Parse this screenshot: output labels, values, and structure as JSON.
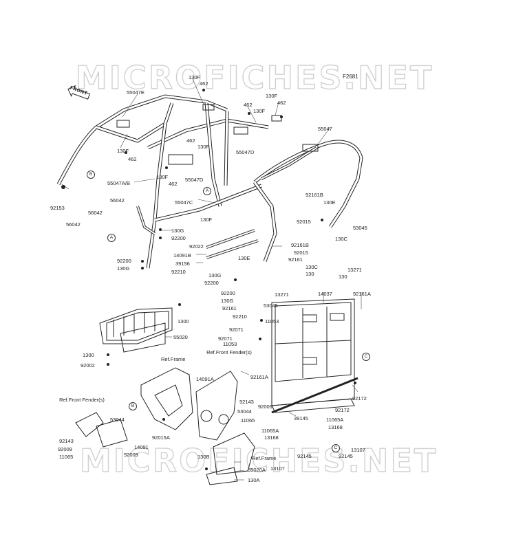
{
  "watermark": {
    "top_text": "MICROFICHES.NET",
    "bottom_text": "MICROFICHES.NET"
  },
  "figure_id": "F2681",
  "front_tag": "FRONT",
  "callouts": {
    "a": "A",
    "b": "B",
    "c": "C"
  },
  "refs": {
    "ref_frame_1": "Ref.Frame",
    "ref_front_fender_1": "Ref.Front Fender(s)",
    "ref_front_fender_2": "Ref.Front Fender(s)",
    "ref_frame_2": "Ref.Frame"
  },
  "part_labels": {
    "p_130f_1": "130F",
    "p_462_1": "462",
    "p_55047e": "55047E",
    "p_130f_2": "130F",
    "p_462_2": "462",
    "p_462_3": "462",
    "p_130f_3": "130F",
    "p_130f_4": "130F",
    "p_462_4": "462",
    "p_462_5": "462",
    "p_130f_5": "130F",
    "p_55047d_1": "55047D",
    "p_55047": "55047",
    "p_130f_6": "130F",
    "p_462_6": "462",
    "p_55047d_2": "55047D",
    "p_55047ab": "55047A/B",
    "p_92153": "92153",
    "p_56042_1": "56042",
    "p_56042_2": "56042",
    "p_56042_3": "56042",
    "p_55047c": "55047C",
    "p_130f_7": "130F",
    "p_130g_1": "130G",
    "p_92200_1": "92200",
    "p_92022": "92022",
    "p_92200_2": "92200",
    "p_130g_2": "130G",
    "p_92210_1": "92210",
    "p_14091b": "14091B",
    "p_39156": "39156",
    "p_92161b_1": "92161B",
    "p_130e_1": "130E",
    "p_92015_1": "92015",
    "p_53045_1": "53045",
    "p_130c_1": "130C",
    "p_13271_1": "13271",
    "p_130_1": "130",
    "p_92161b_2": "92161B",
    "p_92015_2": "92015",
    "p_92161": "92161",
    "p_130e_2": "130E",
    "p_130c_2": "130C",
    "p_130_2": "130",
    "p_130g_3": "130G",
    "p_92200_3": "92200",
    "p_13271_2": "13271",
    "p_92200_4": "92200",
    "p_130g_4": "130G",
    "p_92161_2": "92161",
    "p_53045_2": "53045",
    "p_92210_2": "92210",
    "p_14037": "14037",
    "p_92161a_1": "92161A",
    "p_1300_1": "1300",
    "p_55020": "55020",
    "p_92071_1": "92071",
    "p_11053_1": "11053",
    "p_92071_2": "92071",
    "p_11053_2": "11053",
    "p_1300_2": "1300",
    "p_92002": "92002",
    "p_14091a": "14091A",
    "p_92161a_2": "92161A",
    "p_92143_1": "92143",
    "p_53044_1": "53044",
    "p_92009_1": "92009",
    "p_11065_1": "11065",
    "p_53044_2": "53044",
    "p_92015a": "92015A",
    "p_14091": "14091",
    "p_92143_2": "92143",
    "p_92009_2": "92009",
    "p_11065_2": "11065",
    "p_92009_3": "92009",
    "p_92172_1": "92172",
    "p_92172_2": "92172",
    "p_39145": "39145",
    "p_11065a_1": "11065A",
    "p_13168_1": "13168",
    "p_11065a_2": "11065A",
    "p_13168_2": "13168",
    "p_13107_1": "13107",
    "p_92145_1": "92145",
    "p_92145_2": "92145",
    "p_13107_2": "13107",
    "p_130b": "130B",
    "p_55020a": "55020A",
    "p_130a": "130A"
  }
}
